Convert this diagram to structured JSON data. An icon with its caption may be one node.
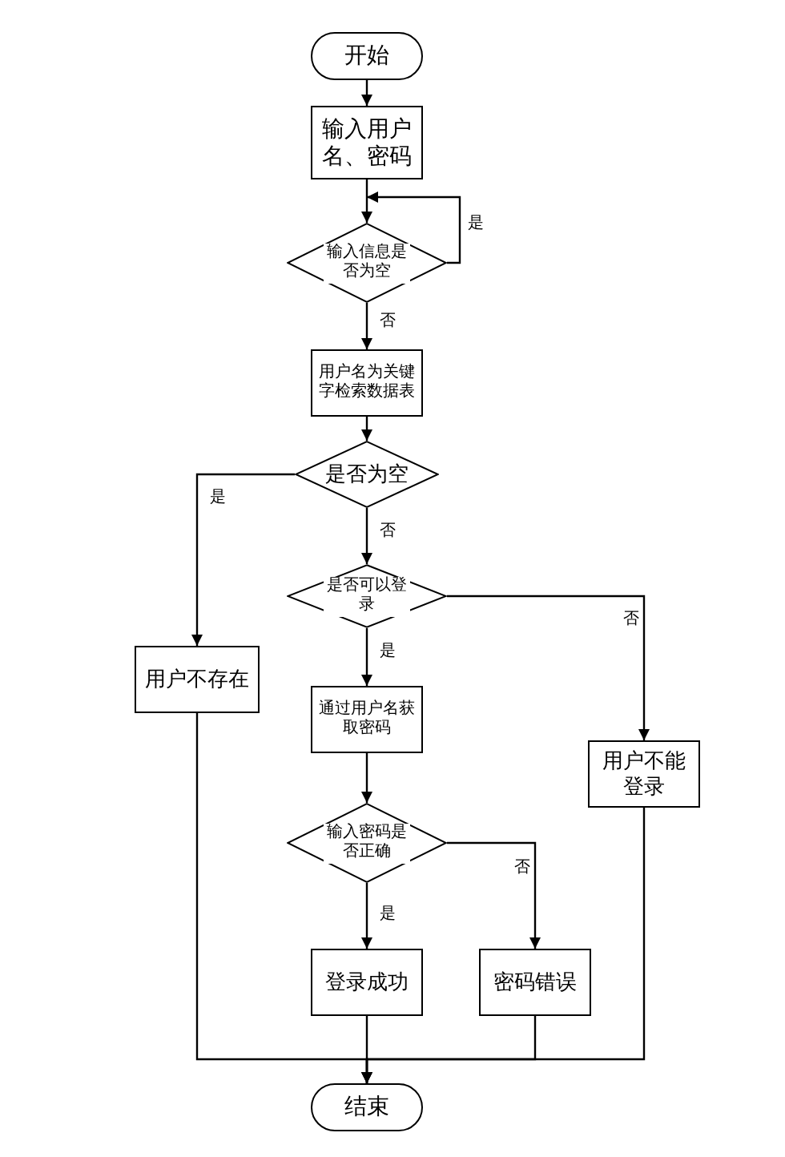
{
  "diagram": {
    "nodes": [
      {
        "text": [
          "开始"
        ]
      },
      {
        "text": [
          "输入用户名、密码"
        ]
      },
      {
        "text": [
          "输入信息是否为空"
        ]
      },
      {
        "text": [
          "用户名为关键字检索数据表"
        ]
      },
      {
        "text": [
          "是否为空"
        ]
      },
      {
        "text": [
          "是否可以登录"
        ]
      },
      {
        "text": [
          "用户不存在"
        ]
      },
      {
        "text": [
          "通过用户名获取密码"
        ]
      },
      {
        "text": [
          "用户不能登录"
        ]
      },
      {
        "text": [
          "输入密码是否正确"
        ]
      },
      {
        "text": [
          "登录成功"
        ]
      },
      {
        "text": [
          "密码错误"
        ]
      },
      {
        "text": [
          "结束"
        ]
      }
    ],
    "edges": [
      {
        "from": 0,
        "to": 1,
        "arrow": "to"
      },
      {
        "from": 1,
        "to": 2,
        "arrow": "to"
      },
      {
        "from": 2,
        "to": 2,
        "arrow": "to",
        "label": "是"
      },
      {
        "from": 2,
        "to": 3,
        "arrow": "to",
        "label": "否"
      },
      {
        "from": 3,
        "to": 4,
        "arrow": "to"
      },
      {
        "from": 4,
        "to": 6,
        "arrow": "to",
        "label": "是"
      },
      {
        "from": 4,
        "to": 5,
        "arrow": "to",
        "label": "否"
      },
      {
        "from": 5,
        "to": 7,
        "arrow": "to",
        "label": "是"
      },
      {
        "from": 5,
        "to": 8,
        "arrow": "to",
        "label": "否"
      },
      {
        "from": 7,
        "to": 9,
        "arrow": "to"
      },
      {
        "from": 9,
        "to": 10,
        "arrow": "to",
        "label": "是"
      },
      {
        "from": 9,
        "to": 11,
        "arrow": "to",
        "label": "否"
      },
      {
        "from": 6,
        "to": 12,
        "arrow": "to"
      },
      {
        "from": 10,
        "to": 12,
        "arrow": "to"
      },
      {
        "from": 11,
        "to": 12,
        "arrow": "to"
      },
      {
        "from": 8,
        "to": 12,
        "arrow": "to"
      }
    ]
  }
}
